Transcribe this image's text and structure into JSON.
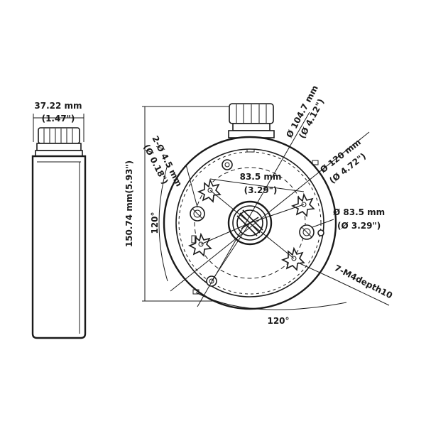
{
  "side_view": {
    "width_mm": "37.22 mm",
    "width_in": "(1.47\")",
    "height": "150.74 mm(5.93\")"
  },
  "front_view": {
    "hole_spec_1": "2-Ø 4.5 mm",
    "hole_spec_2": "(Ø 0.18\")",
    "dim_104": "Ø 104.7 mm",
    "dim_104_in": "(Ø 4.12\")",
    "dim_120": "Ø 120 mm",
    "dim_120_in": "(Ø 4.72\")",
    "chord_mm": "83.5 mm",
    "chord_in": "(3.29\")",
    "dim_83": "Ø 83.5 mm",
    "dim_83_in": "(Ø 3.29\")",
    "angle_left": "120°",
    "angle_bottom": "120°",
    "thread_spec": "7-M4depth10"
  }
}
